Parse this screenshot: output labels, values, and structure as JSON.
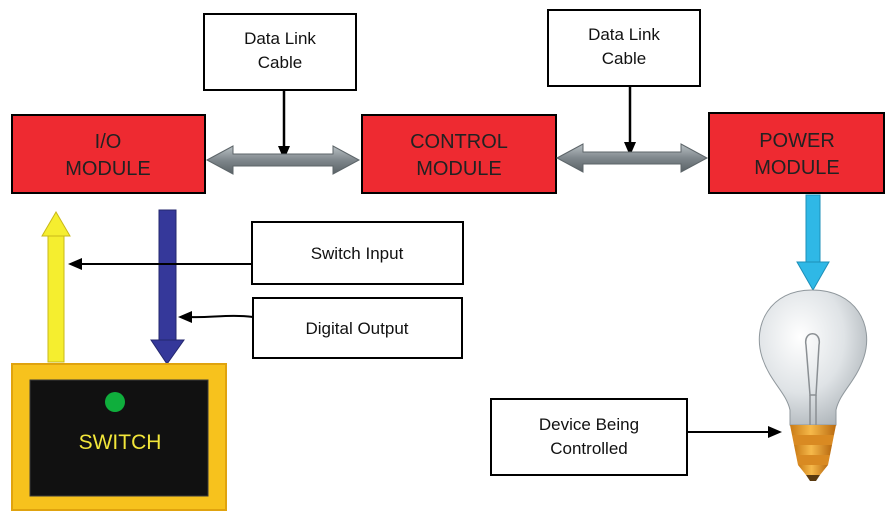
{
  "callouts": {
    "data_link_cable_left": [
      "Data Link",
      "Cable"
    ],
    "data_link_cable_right": [
      "Data Link",
      "Cable"
    ],
    "switch_input": "Switch Input",
    "digital_output": "Digital Output",
    "device_being_controlled": [
      "Device Being",
      "Controlled"
    ]
  },
  "modules": {
    "io": [
      "I/O",
      "MODULE"
    ],
    "control": [
      "CONTROL",
      "MODULE"
    ],
    "power": [
      "POWER",
      "MODULE"
    ]
  },
  "switch": {
    "label": "SWITCH"
  },
  "colors": {
    "module_fill": "#ee2a31",
    "switch_frame": "#f7c21d",
    "switch_face": "#111111",
    "switch_text": "#f2e63a",
    "led": "#0fae3c",
    "input_arrow": "#f5ee2f",
    "output_arrow": "#35389a",
    "power_arrow": "#2fb8e6",
    "cable_arrow": "#8a9398"
  }
}
